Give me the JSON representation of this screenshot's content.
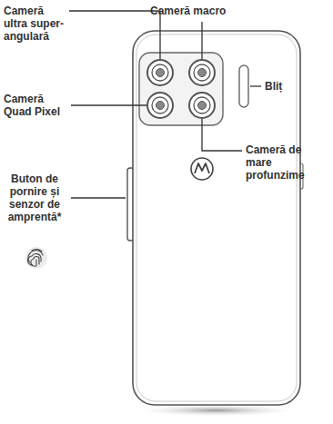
{
  "diagram": {
    "labels": [
      "Cameră ultra super-angulară",
      "Cameră macro",
      "Bliț",
      "Cameră Quad Pixel",
      "Cameră de mare profunzime",
      "Buton de pornire și senzor de amprentă*"
    ]
  }
}
